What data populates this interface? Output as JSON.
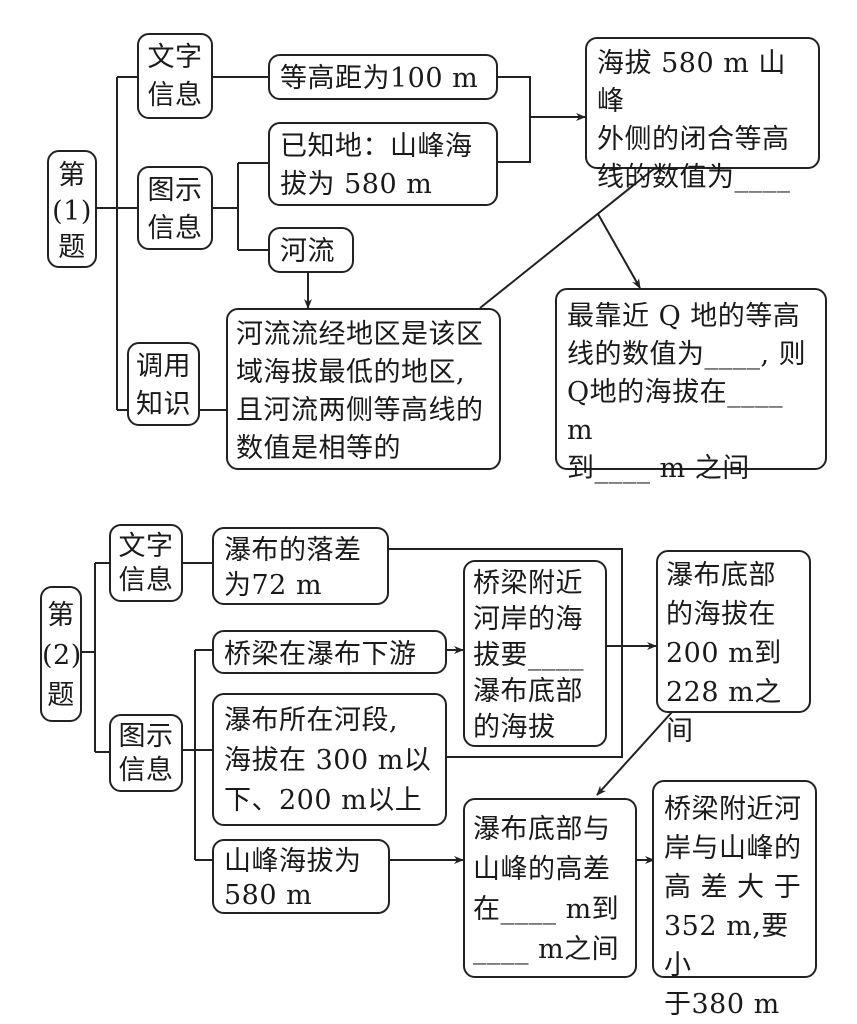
{
  "q1": {
    "root": "第\n(1)\n题",
    "branches": {
      "text_info": "文字\n信息",
      "figure_info": "图示\n信息",
      "knowledge": "调用\n知识"
    },
    "contour_interval": "等高距为100 m",
    "known_peak": "已知地：山峰海\n拔为 580 m",
    "river": "河流",
    "river_knowledge": "河流流经地区是该区\n域海拔最低的地区,\n且河流两侧等高线的\n数值是相等的",
    "closed_contour": "海拔 580 m 山峰\n外侧的闭合等高\n线的数值为____",
    "q_point": "最靠近 Q 地的等高\n线的数值为____, 则\nQ地的海拔在____ m\n到____ m 之间"
  },
  "q2": {
    "root": "第\n(2)\n题",
    "branches": {
      "text_info": "文字\n信息",
      "figure_info": "图示\n信息"
    },
    "waterfall_drop": "瀑布的落差\n为72 m",
    "bridge_downstream": "桥梁在瀑布下游",
    "river_section": "瀑布所在河段,\n海拔在 300 m以\n下、200 m以上",
    "peak_elevation": "山峰海拔为\n580 m",
    "bridge_bank": "桥梁附近\n河岸的海\n拔要____\n瀑布底部\n的海拔",
    "waterfall_base": "瀑布底部\n的海拔在\n200 m到\n228 m之间",
    "height_diff": "瀑布底部与\n山峰的高差\n在____ m到\n____ m之间",
    "bridge_peak_diff": "桥梁附近河\n岸与山峰的\n高 差 大 于\n352 m,要小\n于380 m"
  }
}
